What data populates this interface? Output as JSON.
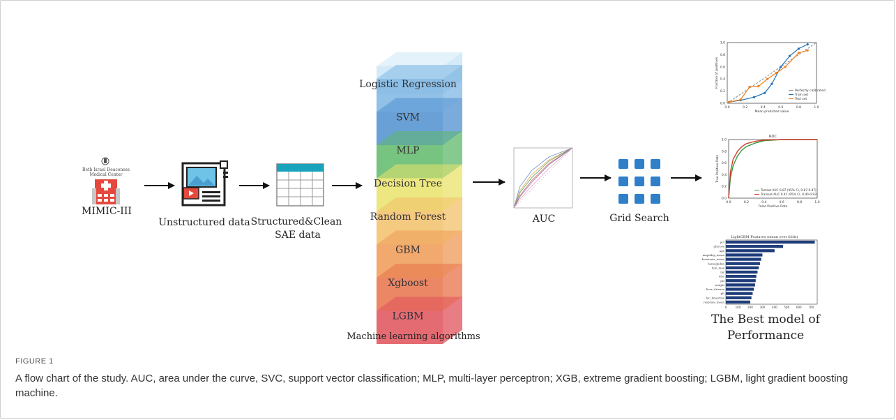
{
  "nodes": {
    "mimic": {
      "label": "MIMIC-III",
      "logo_text": [
        "Beth Israel Deaconess",
        "Medical Center"
      ]
    },
    "unstructured": {
      "label": "Unstructured data"
    },
    "structured": {
      "label_line1": "Structured&Clean",
      "label_line2": "SAE data"
    },
    "ml": {
      "caption": "Machine learning algorithms",
      "layers": [
        {
          "name": "Logistic Regression",
          "color": "#7fb6e3"
        },
        {
          "name": "SVM",
          "color": "#4f8fcf"
        },
        {
          "name": "MLP",
          "color": "#5fb86a"
        },
        {
          "name": "Decision Tree",
          "color": "#e9e36a"
        },
        {
          "name": "Random Forest",
          "color": "#f2c06a"
        },
        {
          "name": "GBM",
          "color": "#ee9a55"
        },
        {
          "name": "Xgboost",
          "color": "#e8724a"
        },
        {
          "name": "LGBM",
          "color": "#e0515a"
        }
      ]
    },
    "auc": {
      "label": "AUC"
    },
    "grid": {
      "label": "Grid Search",
      "color": "#2f7fc9"
    },
    "best": {
      "label_line1": "The Best model of",
      "label_line2": "Performance"
    }
  },
  "calibration_plot": {
    "xlabel": "Mean predicted value",
    "ylabel": "Fraction of positives",
    "yticks": [
      "0.0",
      "0.2",
      "0.4",
      "0.6",
      "0.8",
      "1.0"
    ],
    "xticks": [
      "0.0",
      "0.2",
      "0.4",
      "0.6",
      "0.8",
      "1.0"
    ],
    "legend": [
      "Perfectly calibrated",
      "Train set",
      "Test set"
    ],
    "chart_data": {
      "type": "line",
      "xlim": [
        0,
        1
      ],
      "ylim": [
        0,
        1
      ],
      "series": [
        {
          "name": "Perfectly calibrated",
          "color": "#999999",
          "x": [
            0,
            1
          ],
          "y": [
            0,
            1
          ]
        },
        {
          "name": "Train set",
          "color": "#1f6fb4",
          "x": [
            0.02,
            0.15,
            0.3,
            0.42,
            0.5,
            0.6,
            0.7,
            0.8,
            0.9
          ],
          "y": [
            0.02,
            0.05,
            0.1,
            0.17,
            0.32,
            0.6,
            0.78,
            0.9,
            0.97
          ]
        },
        {
          "name": "Test set",
          "color": "#ef7f1a",
          "x": [
            0.02,
            0.15,
            0.25,
            0.35,
            0.45,
            0.55,
            0.65,
            0.8,
            0.9
          ],
          "y": [
            0.02,
            0.06,
            0.27,
            0.28,
            0.4,
            0.5,
            0.6,
            0.83,
            0.87
          ]
        }
      ]
    }
  },
  "roc_plot": {
    "title": "ROC",
    "xlabel": "False Positive Rate",
    "ylabel": "True Positive Rate",
    "ticks": [
      "0.0",
      "0.2",
      "0.4",
      "0.6",
      "0.8",
      "1.0"
    ],
    "legend": [
      "Testset AUC 0.87 (95% CI, 0.87-0.87)",
      "Trainset AUC 0.91 (95% CI, 0.90-0.93)"
    ],
    "chart_data": {
      "type": "line",
      "xlim": [
        0,
        1
      ],
      "ylim": [
        0,
        1
      ],
      "series": [
        {
          "name": "Testset AUC 0.87 (95% CI, 0.87-0.87)",
          "color": "#2e9c3e",
          "x": [
            0,
            0.02,
            0.05,
            0.1,
            0.15,
            0.2,
            0.3,
            0.4,
            0.6,
            0.8,
            1.0
          ],
          "y": [
            0,
            0.35,
            0.55,
            0.72,
            0.82,
            0.88,
            0.94,
            0.98,
            1.0,
            1.0,
            1.0
          ]
        },
        {
          "name": "Trainset AUC 0.91 (95% CI, 0.90-0.93)",
          "color": "#d33a2c",
          "x": [
            0,
            0.02,
            0.05,
            0.1,
            0.15,
            0.2,
            0.3,
            0.4,
            0.6,
            0.8,
            1.0
          ],
          "y": [
            0,
            0.45,
            0.66,
            0.8,
            0.88,
            0.93,
            0.97,
            0.99,
            1.0,
            1.0,
            1.0
          ]
        }
      ]
    }
  },
  "feature_plot": {
    "title": "LightGBM Features (mean over folds)",
    "xticks": [
      "0",
      "100",
      "200",
      "300",
      "400",
      "500",
      "600",
      "700"
    ],
    "chart_data": {
      "type": "bar",
      "orientation": "horizontal",
      "xlim": [
        0,
        750
      ],
      "categories": [
        "pct",
        "glucose",
        "age",
        "mapadsp_mean",
        "heartrate_mean",
        "hemoglobin",
        "bun_max",
        "inr",
        "wbc",
        "ptt",
        "weight",
        "liver_disease",
        "plt",
        "bic_bmarrow",
        "resprate_mean"
      ],
      "values": [
        730,
        470,
        400,
        300,
        290,
        280,
        270,
        260,
        250,
        245,
        240,
        230,
        220,
        210,
        200
      ],
      "color": "#1f3d7a"
    }
  },
  "auc_plot": {
    "chart_data": {
      "type": "line",
      "xlim": [
        0,
        1
      ],
      "ylim": [
        0,
        1
      ],
      "series": [
        {
          "name": "",
          "color": "#6a8fd0",
          "x": [
            0,
            0.1,
            0.3,
            0.6,
            1.0
          ],
          "y": [
            0,
            0.35,
            0.62,
            0.85,
            1.0
          ]
        },
        {
          "name": "",
          "color": "#e6a23c",
          "x": [
            0,
            0.1,
            0.3,
            0.6,
            1.0
          ],
          "y": [
            0,
            0.28,
            0.55,
            0.8,
            1.0
          ]
        },
        {
          "name": "",
          "color": "#58a85c",
          "x": [
            0,
            0.1,
            0.3,
            0.6,
            1.0
          ],
          "y": [
            0,
            0.25,
            0.5,
            0.78,
            1.0
          ]
        },
        {
          "name": "",
          "color": "#c95c5c",
          "x": [
            0,
            0.1,
            0.3,
            0.6,
            1.0
          ],
          "y": [
            0,
            0.2,
            0.45,
            0.74,
            1.0
          ]
        },
        {
          "name": "",
          "color": "#9a7cc4",
          "x": [
            0,
            0.1,
            0.3,
            0.6,
            1.0
          ],
          "y": [
            0,
            0.18,
            0.42,
            0.72,
            1.0
          ]
        },
        {
          "name": "",
          "color": "#e9a0c7",
          "x": [
            0,
            0.1,
            0.3,
            0.6,
            1.0
          ],
          "y": [
            0,
            0.14,
            0.36,
            0.66,
            1.0
          ]
        }
      ]
    }
  },
  "caption": {
    "label": "FIGURE 1",
    "text": "A flow chart of the study. AUC, area under the curve, SVC, support vector classification; MLP, multi-layer perceptron; XGB, extreme gradient boosting; LGBM, light gradient boosting machine."
  }
}
